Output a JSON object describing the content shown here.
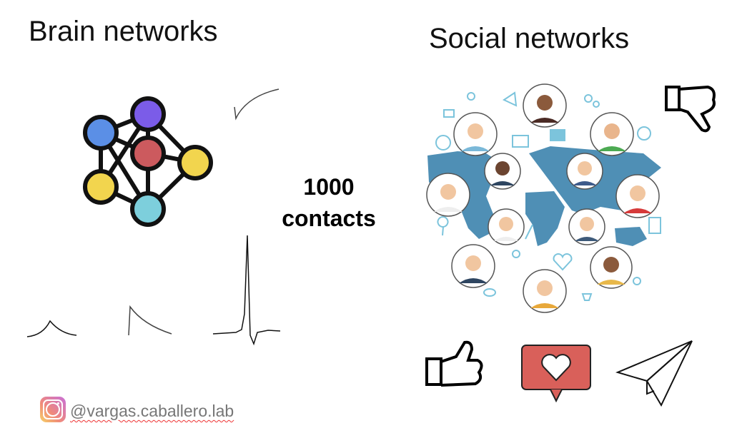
{
  "left": {
    "title": "Brain networks"
  },
  "right": {
    "title": "Social networks"
  },
  "center": {
    "line1": "1000",
    "line2": "contacts"
  },
  "footer": {
    "handle": "@vargas.caballero.lab"
  },
  "colors": {
    "node_blue": "#5b8fe6",
    "node_purple": "#7b5ce8",
    "node_red": "#cc5a5e",
    "node_yellow": "#f2d54e",
    "node_cyan": "#7dcfdc",
    "map_blue": "#4f8fb5",
    "icon_light_blue": "#7cc4dc",
    "heart_bubble": "#d9605a"
  }
}
